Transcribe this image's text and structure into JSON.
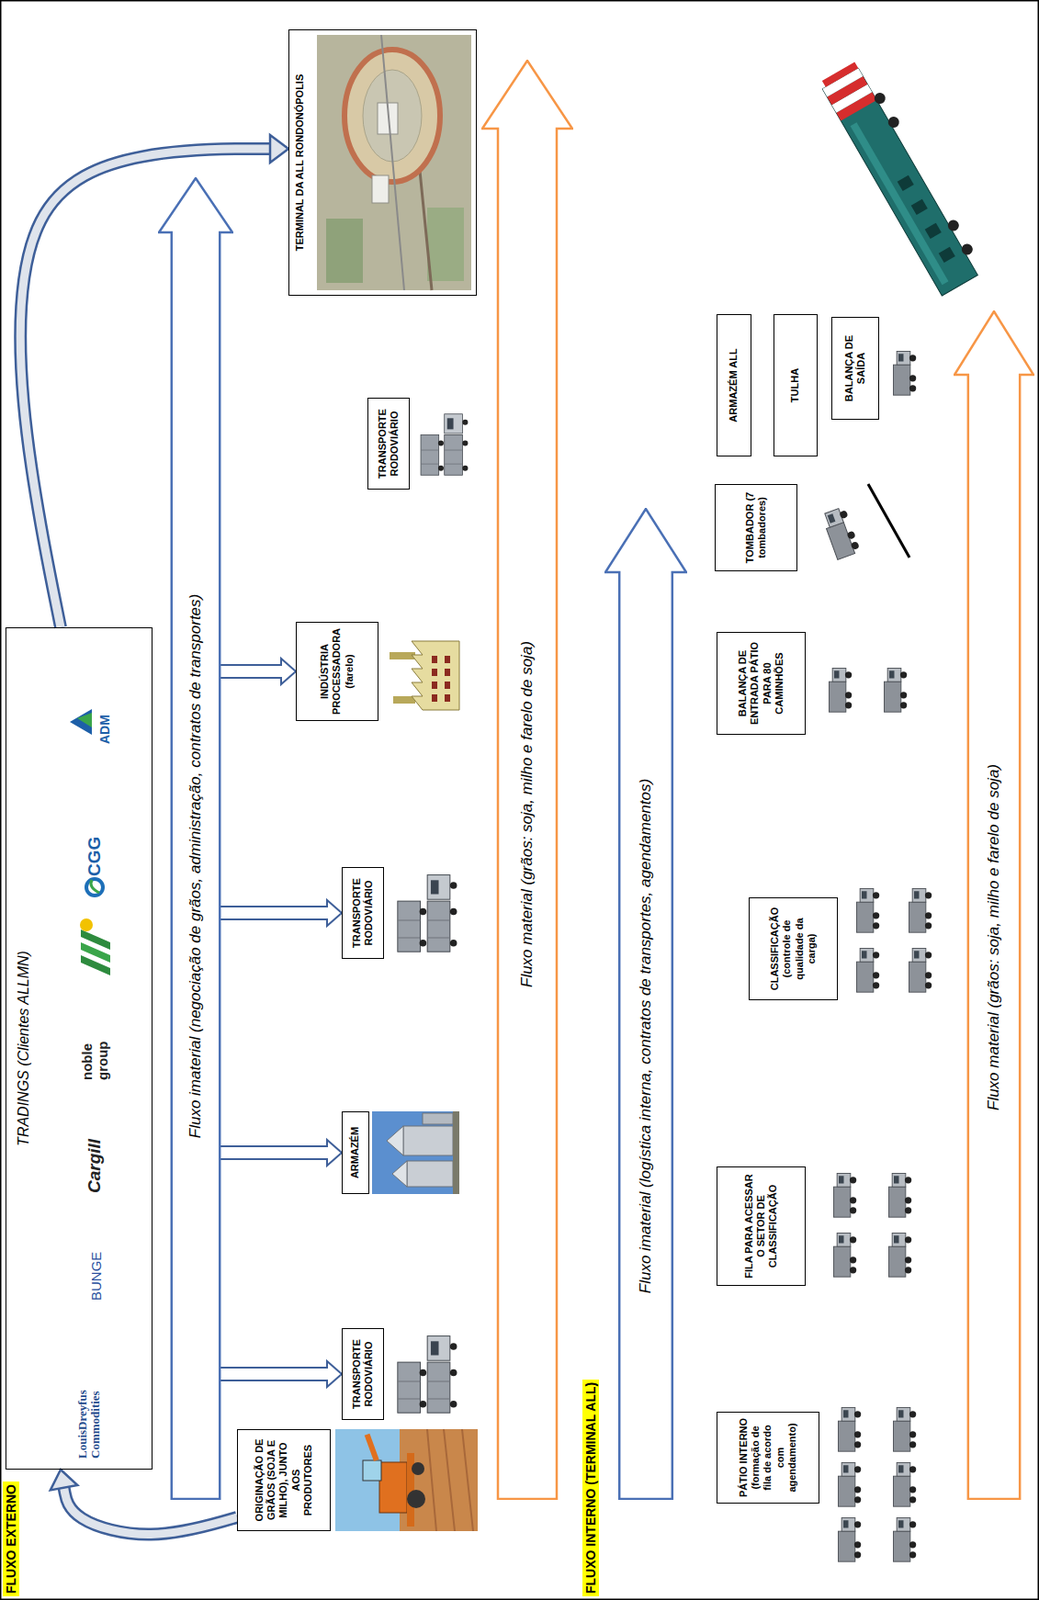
{
  "diagram": {
    "nodes": [
      {
        "text": [
          "TRADINGS (Clientes ALLMN)",
          "LouisDreyfus Commodities",
          "BUNGE",
          "Cargill",
          "noble group",
          "CGG",
          "ADM"
        ]
      },
      {
        "text": [
          "Fluxo imaterial (negociação de grãos, administração, contratos de transportes)"
        ]
      },
      {
        "text": [
          "ORIGINAÇÃO DE GRÃOS (SOJA E MILHO), JUNTO AOS PRODUTORES"
        ]
      },
      {
        "text": [
          "TRANSPORTE RODOVIÁRIO"
        ]
      },
      {
        "text": [
          "ARMAZÉM"
        ]
      },
      {
        "text": [
          "TRANSPORTE RODOVIÁRIO"
        ]
      },
      {
        "text": [
          "INDÚSTRIA PROCESSADORA (farelo)"
        ]
      },
      {
        "text": [
          "TRANSPORTE RODOVIÁRIO"
        ]
      },
      {
        "text": [
          "TERMINAL DA ALL RONDONÓPOLIS"
        ]
      },
      {
        "text": [
          "Fluxo material (grãos: soja, milho e farelo de soja)"
        ]
      },
      {
        "text": [
          "Fluxo imaterial (logística interna, contratos de transportes, agendamentos)"
        ]
      },
      {
        "text": [
          "PÁTIO INTERNO (formação de fila de acordo com agendamento)"
        ]
      },
      {
        "text": [
          "FILA PARA ACESSAR O SETOR DE CLASSIFICAÇÃO"
        ]
      },
      {
        "text": [
          "CLASSIFICAÇÃO (controle de qualidade da carga)"
        ]
      },
      {
        "text": [
          "BALANÇA DE ENTRADA PÁTIO PARA 80 CAMINHÕES"
        ]
      },
      {
        "text": [
          "TOMBADOR (7 tombadores)"
        ]
      },
      {
        "text": [
          "ARMAZÉM ALL"
        ]
      },
      {
        "text": [
          "TULHA"
        ]
      },
      {
        "text": [
          "BALANÇA DE SAÍDA"
        ]
      },
      {
        "text": [
          "Fluxo material (grãos: soja, milho e farelo de soja)"
        ]
      }
    ],
    "edges": [
      {
        "from": 2,
        "to": 0,
        "arrow": "to"
      },
      {
        "from": 0,
        "to": 8,
        "arrow": "to"
      },
      {
        "from": 1,
        "to": 3,
        "arrow": "to"
      },
      {
        "from": 1,
        "to": 4,
        "arrow": "to"
      },
      {
        "from": 1,
        "to": 5,
        "arrow": "to"
      },
      {
        "from": 1,
        "to": 6,
        "arrow": "to"
      }
    ],
    "labels": [
      "FLUXO EXTERNO",
      "FLUXO INTERNO (TERMINAL ALL)"
    ]
  }
}
